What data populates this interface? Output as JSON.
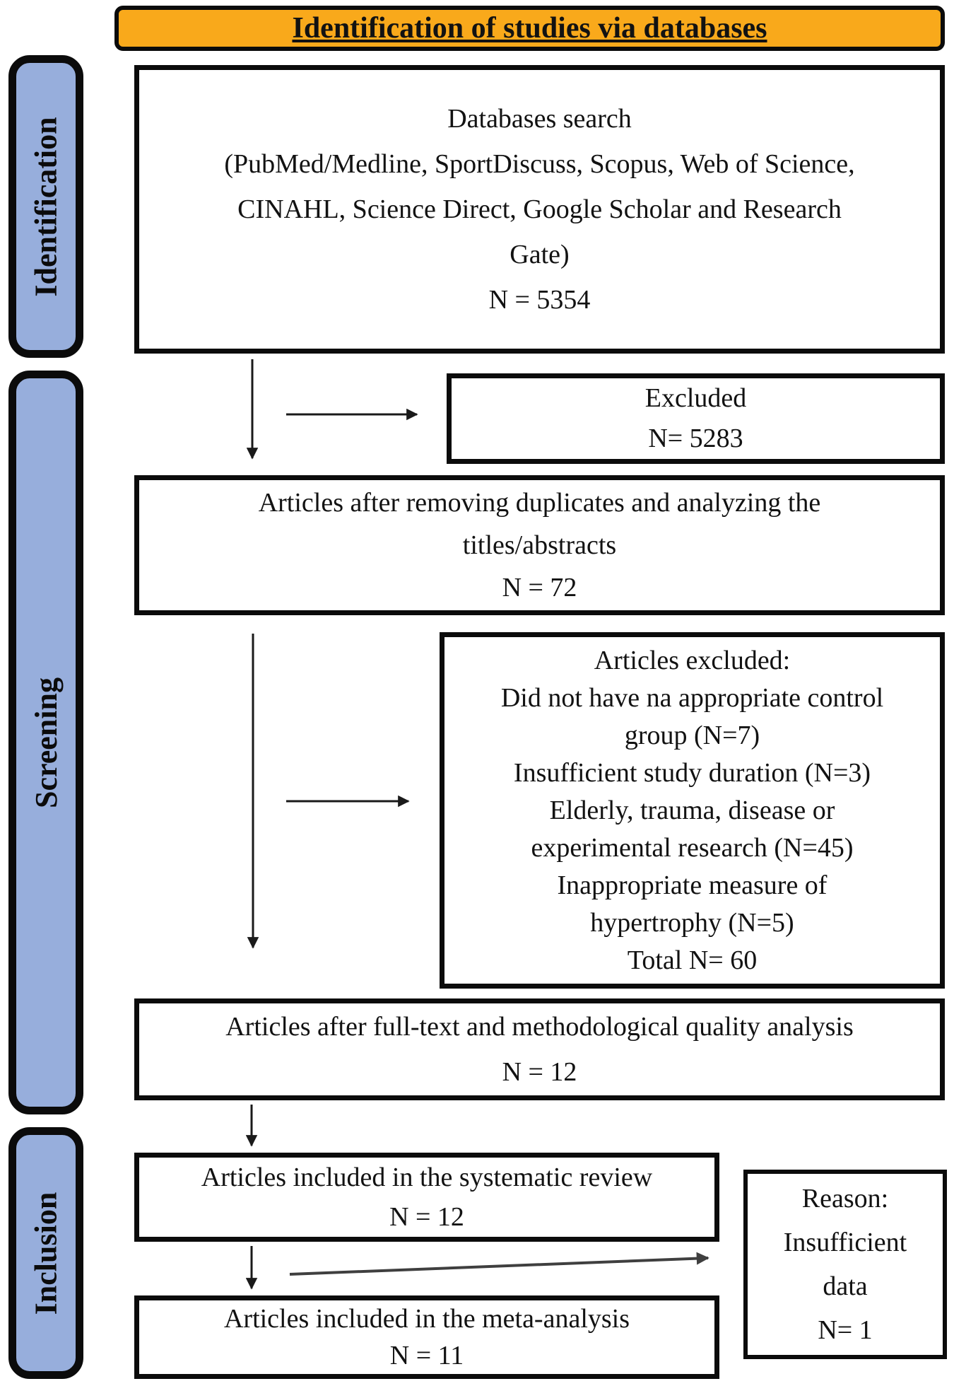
{
  "banner": {
    "title": "Identification of studies via databases"
  },
  "sidebar": {
    "stages": [
      {
        "label": "Identification"
      },
      {
        "label": "Screening"
      },
      {
        "label": "Inclusion"
      }
    ]
  },
  "flow": {
    "databases_search": {
      "lines": [
        "Databases search",
        "(PubMed/Medline, SportDiscuss, Scopus, Web of Science,",
        "CINAHL, Science Direct, Google Scholar and Research",
        "Gate)",
        "N = 5354"
      ]
    },
    "excluded": {
      "lines": [
        "Excluded",
        "N= 5283"
      ]
    },
    "after_duplicates": {
      "lines": [
        "Articles after removing duplicates and analyzing the",
        "titles/abstracts",
        "N = 72"
      ]
    },
    "articles_excluded": {
      "lines": [
        "Articles excluded:",
        "Did not have na appropriate control",
        "group (N=7)",
        "Insufficient study duration (N=3)",
        "Elderly, trauma, disease or",
        "experimental research (N=45)",
        "Inappropriate measure of",
        "hypertrophy (N=5)",
        "Total N= 60"
      ]
    },
    "after_fulltext": {
      "lines": [
        "Articles after full-text and methodological quality analysis",
        "N = 12"
      ]
    },
    "systematic_review": {
      "lines": [
        "Articles included in the systematic review",
        "N = 12"
      ]
    },
    "meta_analysis": {
      "lines": [
        "Articles included in the meta-analysis",
        "N = 11"
      ]
    },
    "reason": {
      "lines": [
        "Reason:",
        "Insufficient",
        "data",
        "N= 1"
      ]
    }
  },
  "colors": {
    "banner_fill": "#F9A91B",
    "stage_fill": "#97AEDC",
    "box_fill": "#FFFFFF",
    "border": "#0B0B0B",
    "arrow": "#1A1A1A",
    "long_arrow": "#3F3F3F"
  }
}
